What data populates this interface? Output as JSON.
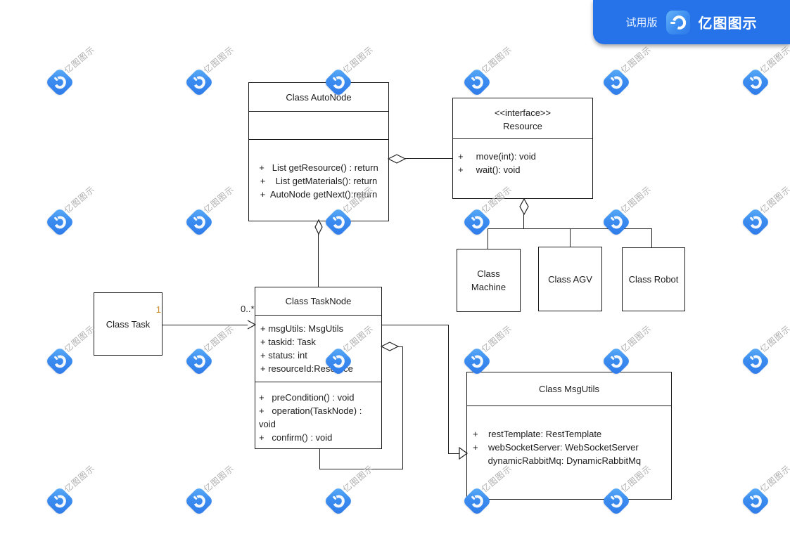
{
  "header": {
    "trial_label": "试用版",
    "brand_name": "亿图图示"
  },
  "watermark": {
    "text": "亿图图示"
  },
  "diagram": {
    "autonode": {
      "title": "Class AutoNode",
      "methods": [
        "+   List getResource() : return",
        "+    List getMaterials(): return",
        "+  AutoNode getNext():return"
      ]
    },
    "resource": {
      "stereotype": "<<interface>>",
      "name": "Resource",
      "methods": [
        "+     move(int): void",
        "+     wait(): void"
      ]
    },
    "machine": {
      "title": "Class Machine"
    },
    "agv": {
      "title": "Class AGV"
    },
    "robot": {
      "title": "Class Robot"
    },
    "task": {
      "title": "Class Task"
    },
    "tasknode": {
      "title": "Class TaskNode",
      "attributes": [
        "+ msgUtils: MsgUtils",
        "+ taskid: Task",
        "+ status: int",
        "+ resourceId:Resource"
      ],
      "methods": [
        "+   preCondition() : void",
        "+   operation(TaskNode) :",
        "void",
        "+   confirm() : void"
      ]
    },
    "msgutils": {
      "title": "Class MsgUtils",
      "attributes": [
        "+    restTemplate: RestTemplate",
        "+    webSocketServer: WebSocketServer",
        "      dynamicRabbitMq: DynamicRabbitMq"
      ]
    },
    "multiplicity": {
      "task_end": "1",
      "tasknode_end": "0..*"
    }
  }
}
